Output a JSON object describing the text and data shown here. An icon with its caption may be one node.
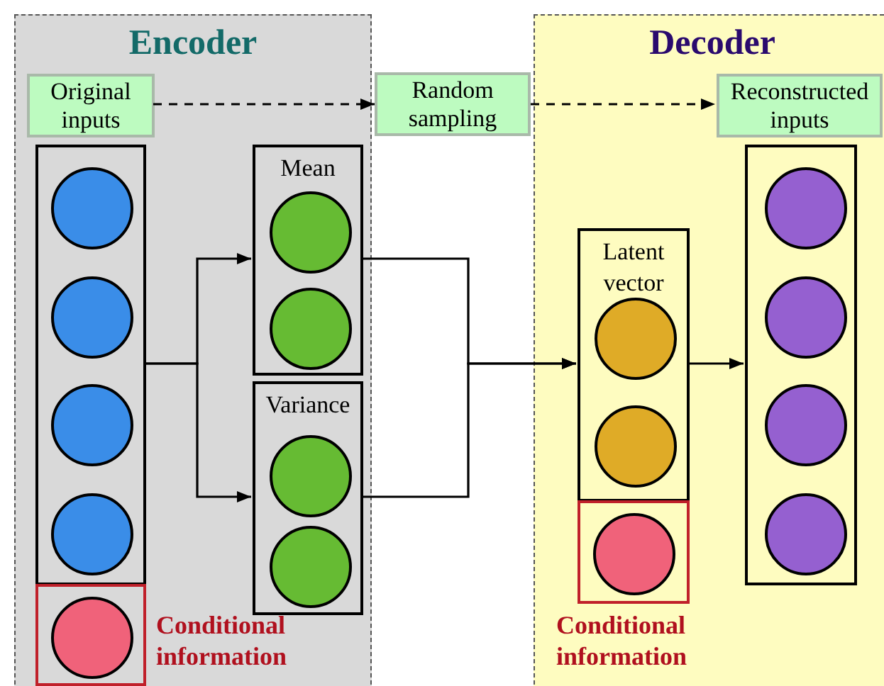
{
  "diagram": {
    "nodes": [
      {
        "text": [
          "Encoder"
        ]
      },
      {
        "text": [
          "Original inputs"
        ],
        "in": 0
      },
      {
        "text": [],
        "shape": "box",
        "in": 0
      },
      {
        "text": [],
        "shape": "circle",
        "in": 2
      },
      {
        "text": [],
        "shape": "circle",
        "in": 2
      },
      {
        "text": [],
        "shape": "circle",
        "in": 2
      },
      {
        "text": [],
        "shape": "circle",
        "in": 2
      },
      {
        "text": [],
        "shape": "box",
        "in": 0,
        "beside": [
          "Conditional information"
        ]
      },
      {
        "text": [],
        "shape": "circle",
        "in": 7
      },
      {
        "text": [
          "Mean"
        ],
        "in": 0
      },
      {
        "text": [],
        "shape": "circle",
        "in": 9
      },
      {
        "text": [],
        "shape": "circle",
        "in": 9
      },
      {
        "text": [
          "Variance"
        ],
        "in": 0
      },
      {
        "text": [],
        "shape": "circle",
        "in": 12
      },
      {
        "text": [],
        "shape": "circle",
        "in": 12
      },
      {
        "text": [
          "Random sampling"
        ]
      },
      {
        "text": [
          "Decoder"
        ]
      },
      {
        "text": [
          "Reconstructed inputs"
        ],
        "in": 16
      },
      {
        "text": [
          "Latent vector"
        ],
        "in": 16
      },
      {
        "text": [],
        "shape": "circle",
        "in": 18
      },
      {
        "text": [],
        "shape": "circle",
        "in": 18
      },
      {
        "text": [],
        "shape": "box",
        "in": 16,
        "beside": [
          "Conditional information"
        ]
      },
      {
        "text": [],
        "shape": "circle",
        "in": 21
      },
      {
        "text": [],
        "shape": "box",
        "in": 16
      },
      {
        "text": [],
        "shape": "circle",
        "in": 23
      },
      {
        "text": [],
        "shape": "circle",
        "in": 23
      },
      {
        "text": [],
        "shape": "circle",
        "in": 23
      },
      {
        "text": [],
        "shape": "circle",
        "in": 23
      }
    ],
    "edges": [
      {
        "from": 1,
        "to": 15,
        "arrow": "to",
        "style": "dashed"
      },
      {
        "from": 15,
        "to": 17,
        "arrow": "to",
        "style": "dashed"
      },
      {
        "from": 2,
        "to": 9,
        "arrow": "to"
      },
      {
        "from": 2,
        "to": 12,
        "arrow": "to"
      },
      {
        "from": 9,
        "to": 18,
        "arrow": "to"
      },
      {
        "from": 12,
        "to": 18,
        "arrow": "to"
      },
      {
        "from": 18,
        "to": 23,
        "arrow": "to"
      }
    ]
  }
}
